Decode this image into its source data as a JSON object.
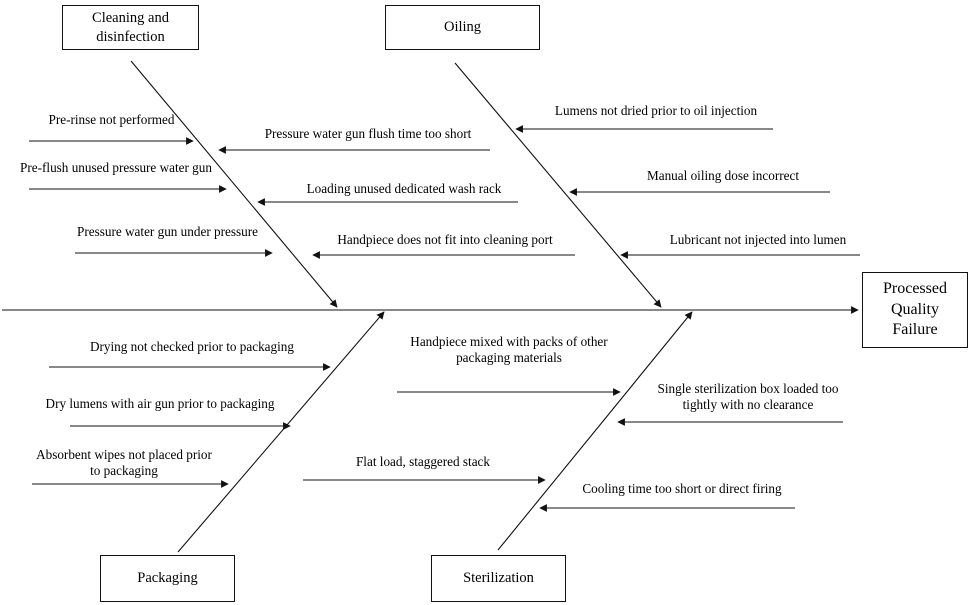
{
  "diagram": {
    "type": "fishbone",
    "effect": {
      "label": "Processed\nQuality\nFailure",
      "line1": "Processed",
      "line2": "Quality",
      "line3": "Failure"
    },
    "categories": [
      {
        "id": "cleaning-and-disinfection",
        "label": "Cleaning and\ndisinfection",
        "line1": "Cleaning and",
        "line2": "disinfection",
        "position": "top-left",
        "causes": [
          {
            "text": "Pre-rinse not performed",
            "side": "left"
          },
          {
            "text": "Pre-flush unused pressure water gun",
            "side": "left"
          },
          {
            "text": "Pressure water gun under pressure",
            "side": "left"
          },
          {
            "text": "Pressure water gun flush time too short",
            "side": "right"
          },
          {
            "text": "Loading unused dedicated wash rack",
            "side": "right"
          },
          {
            "text": "Handpiece does not fit into cleaning port",
            "side": "right"
          }
        ]
      },
      {
        "id": "oiling",
        "label": "Oiling",
        "line1": "Oiling",
        "line2": "",
        "position": "top-right",
        "causes": [
          {
            "text": "Lumens not dried prior to oil injection",
            "side": "right"
          },
          {
            "text": "Manual oiling dose incorrect",
            "side": "right"
          },
          {
            "text": "Lubricant not injected into lumen",
            "side": "right"
          }
        ]
      },
      {
        "id": "packaging",
        "label": "Packaging",
        "line1": "Packaging",
        "line2": "",
        "position": "bottom-left",
        "causes": [
          {
            "text": "Drying not checked prior to packaging",
            "side": "left"
          },
          {
            "text": "Dry lumens with air gun prior to packaging",
            "side": "left"
          },
          {
            "text": "Absorbent wipes not placed prior\nto packaging",
            "side": "left"
          },
          {
            "text": "Handpiece mixed with packs of other\npackaging materials",
            "side": "right"
          },
          {
            "text": "Flat load, staggered stack",
            "side": "right"
          }
        ]
      },
      {
        "id": "sterilization",
        "label": "Sterilization",
        "line1": "Sterilization",
        "line2": "",
        "position": "bottom-right",
        "causes": [
          {
            "text": "Single sterilization box loaded too\ntightly with no clearance",
            "side": "right"
          },
          {
            "text": "Cooling time too short or direct firing",
            "side": "right"
          }
        ]
      }
    ],
    "labels": {
      "cleaning_box": "Cleaning and\ndisinfection",
      "oiling_box": "Oiling",
      "packaging_box": "Packaging",
      "sterilization_box": "Sterilization",
      "c_pre_rinse": "Pre-rinse not performed",
      "c_pre_flush": "Pre-flush unused pressure water gun",
      "c_under_pressure": "Pressure water gun under pressure",
      "c_flush_time": "Pressure water gun flush time too short",
      "c_wash_rack": "Loading unused dedicated wash rack",
      "c_cleaning_port": "Handpiece does not fit into cleaning port",
      "o_lumens_dried": "Lumens not dried prior to oil injection",
      "o_manual_dose": "Manual oiling dose incorrect",
      "o_lubricant": "Lubricant not injected into lumen",
      "p_drying": "Drying not checked prior to packaging",
      "p_air_gun": "Dry lumens with air gun prior to packaging",
      "p_absorbent": "Absorbent wipes not placed prior\nto packaging",
      "p_mixed": "Handpiece mixed with packs of other\npackaging materials",
      "p_flat_load": "Flat load, staggered stack",
      "s_single_box": "Single sterilization box loaded too\ntightly with no clearance",
      "s_cooling": "Cooling time too short or direct firing"
    }
  },
  "colors": {
    "line": "#111111",
    "text": "#000000",
    "background": "#ffffff"
  }
}
